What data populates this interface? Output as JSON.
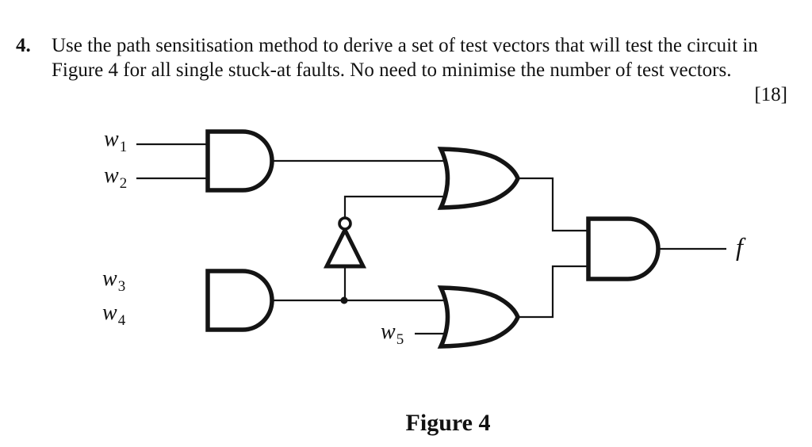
{
  "page": {
    "background": "#ffffff",
    "ink": "#121212"
  },
  "question": {
    "number": "4.",
    "line1": "Use the path sensitisation method to derive a set of test vectors that will test the circuit in",
    "line2": "Figure 4 for all single stuck-at faults. No need to minimise the number of test vectors.",
    "marks": "[18]"
  },
  "circuit": {
    "inputs": [
      {
        "base": "w",
        "sub": "1"
      },
      {
        "base": "w",
        "sub": "2"
      },
      {
        "base": "w",
        "sub": "3"
      },
      {
        "base": "w",
        "sub": "4"
      },
      {
        "base": "w",
        "sub": "5"
      }
    ],
    "output": {
      "label": "f"
    },
    "gates": [
      {
        "id": "and1",
        "type": "AND",
        "inputs": [
          "w1",
          "w2"
        ]
      },
      {
        "id": "and2",
        "type": "AND",
        "inputs": [
          "w3",
          "w4"
        ]
      },
      {
        "id": "not1",
        "type": "NOT",
        "inputs": [
          "and2-output"
        ]
      },
      {
        "id": "or1",
        "type": "OR",
        "inputs": [
          "and1-output",
          "not1-output"
        ]
      },
      {
        "id": "or2",
        "type": "OR",
        "inputs": [
          "and2-output",
          "w5"
        ]
      },
      {
        "id": "and3",
        "type": "AND",
        "inputs": [
          "or1-output",
          "or2-output"
        ],
        "output": "f"
      }
    ]
  },
  "caption": "Figure 4"
}
